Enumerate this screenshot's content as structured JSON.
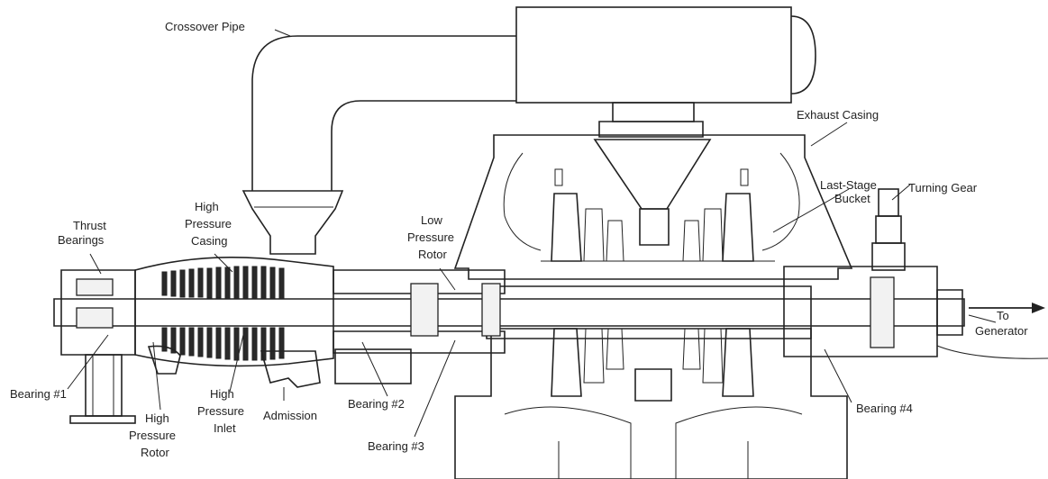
{
  "labels": {
    "crossover_pipe": "Crossover Pipe",
    "exhaust_casing": "Exhaust Casing",
    "last_stage_bucket_1": "Last-Stage",
    "last_stage_bucket_2": "Bucket",
    "turning_gear": "Turning Gear",
    "thrust_bearings_1": "Thrust",
    "thrust_bearings_2": "Bearings",
    "hp_casing_1": "High",
    "hp_casing_2": "Pressure",
    "hp_casing_3": "Casing",
    "lp_rotor_1": "Low",
    "lp_rotor_2": "Pressure",
    "lp_rotor_3": "Rotor",
    "to_generator_1": "To",
    "to_generator_2": "Generator",
    "bearing_1": "Bearing #1",
    "hp_rotor_1": "High",
    "hp_rotor_2": "Pressure",
    "hp_rotor_3": "Rotor",
    "hp_inlet_1": "High",
    "hp_inlet_2": "Pressure",
    "hp_inlet_3": "Inlet",
    "admission": "Admission",
    "bearing_2": "Bearing #2",
    "bearing_3": "Bearing #3",
    "bearing_4": "Bearing #4"
  }
}
